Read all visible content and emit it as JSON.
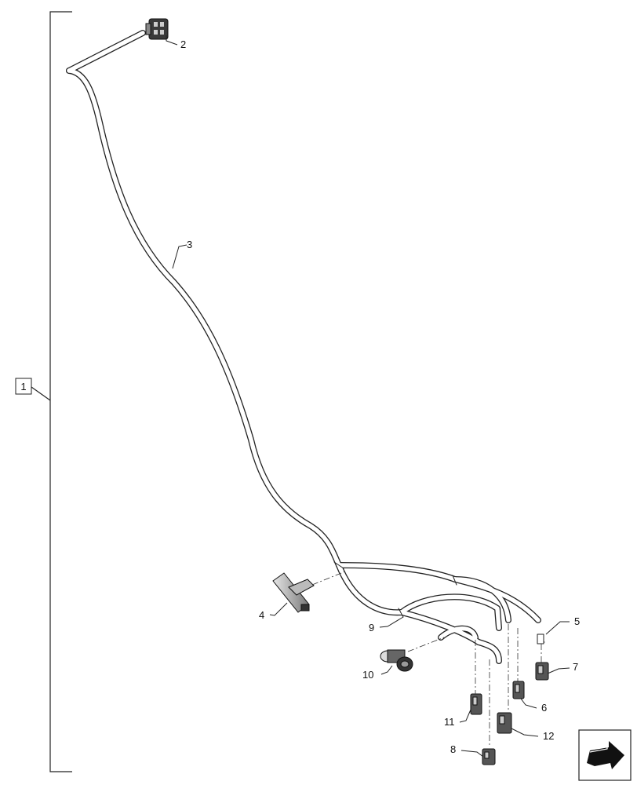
{
  "diagram": {
    "assembly_label": "1",
    "callouts": [
      {
        "id": "c2",
        "text": "2"
      },
      {
        "id": "c3",
        "text": "3"
      },
      {
        "id": "c4",
        "text": "4"
      },
      {
        "id": "c5",
        "text": "5"
      },
      {
        "id": "c6",
        "text": "6"
      },
      {
        "id": "c7",
        "text": "7"
      },
      {
        "id": "c8",
        "text": "8"
      },
      {
        "id": "c9",
        "text": "9"
      },
      {
        "id": "c10",
        "text": "10"
      },
      {
        "id": "c11",
        "text": "11"
      },
      {
        "id": "c12",
        "text": "12"
      }
    ]
  },
  "nav": {
    "icon": "next-page-arrow-icon"
  }
}
